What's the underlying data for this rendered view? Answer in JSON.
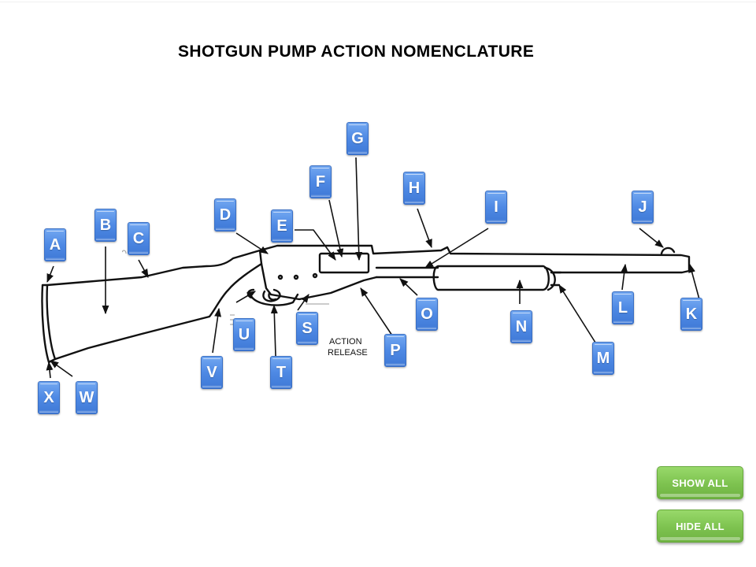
{
  "page": {
    "title": "SHOTGUN PUMP ACTION NOMENCLATURE"
  },
  "diagram": {
    "annotation_line1": "ACTION",
    "annotation_line2": "RELEASE"
  },
  "labels": {
    "A": "A",
    "B": "B",
    "C": "C",
    "D": "D",
    "E": "E",
    "F": "F",
    "G": "G",
    "H": "H",
    "I": "I",
    "J": "J",
    "K": "K",
    "L": "L",
    "M": "M",
    "N": "N",
    "O": "O",
    "P": "P",
    "S": "S",
    "T": "T",
    "U": "U",
    "V": "V",
    "W": "W",
    "X": "X"
  },
  "buttons": {
    "show_all": "SHOW ALL",
    "hide_all": "HIDE ALL"
  },
  "colors": {
    "tag_blue": "#4e89e4",
    "button_green": "#7dc24f",
    "line_art": "#111111"
  }
}
